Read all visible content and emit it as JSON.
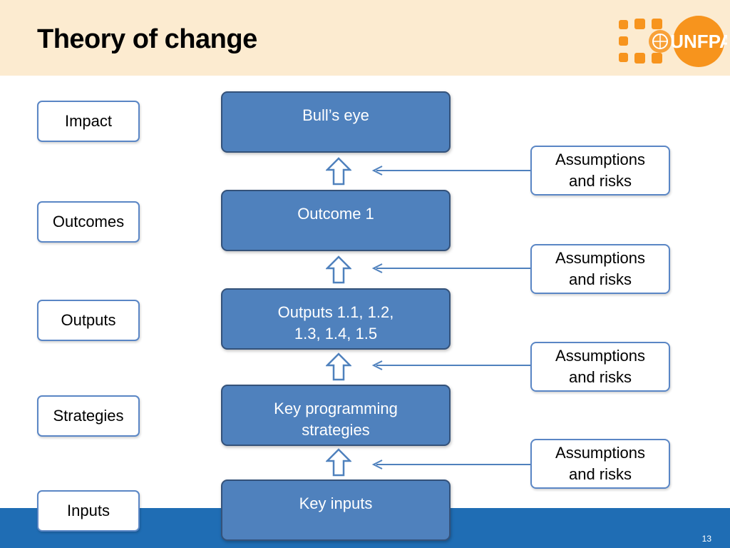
{
  "slide": {
    "title": "Theory of change",
    "page_number": "13",
    "logo_text": "UNFPA"
  },
  "labels": [
    "Impact",
    "Outcomes",
    "Outputs",
    "Strategies",
    "Inputs"
  ],
  "levels": [
    "Bull’s eye",
    "Outcome 1",
    "Outputs 1.1, 1.2,\n1.3, 1.4, 1.5",
    "Key programming\nstrategies",
    "Key inputs"
  ],
  "assumptions": [
    "Assumptions\nand risks",
    "Assumptions\nand risks",
    "Assumptions\nand risks",
    "Assumptions\nand risks"
  ],
  "colors": {
    "header_bg": "#fcebd0",
    "footer_bg": "#1f6db4",
    "box_fill": "#4f81bd",
    "box_border": "#34527a",
    "outline": "#5a86c5",
    "logo_orange": "#f7941d"
  }
}
